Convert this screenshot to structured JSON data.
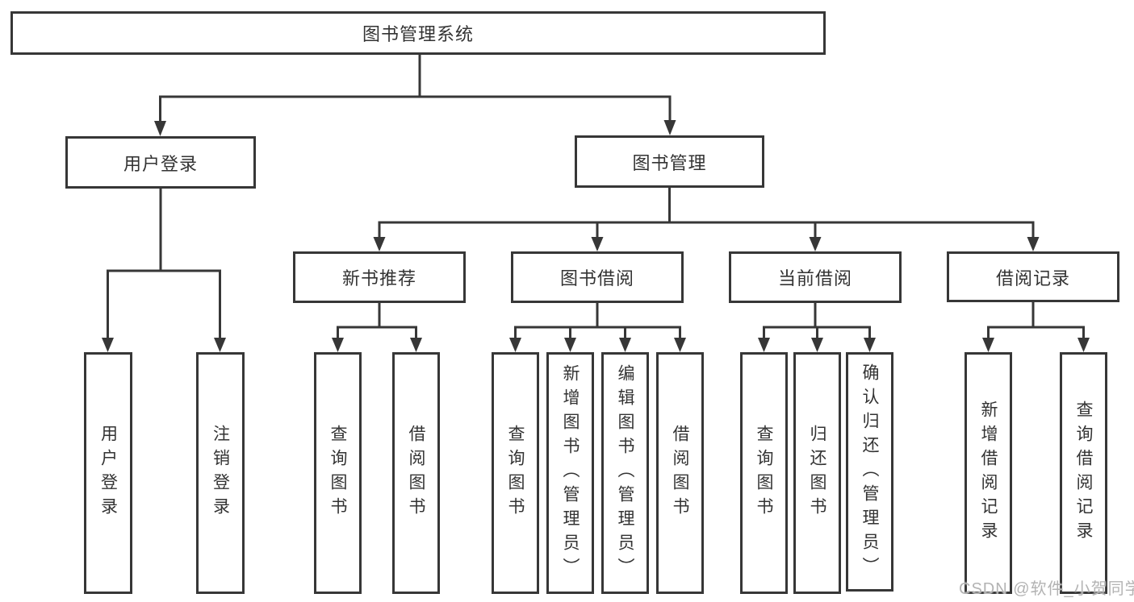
{
  "diagram": {
    "root": {
      "label": "图书管理系统"
    },
    "branches": [
      {
        "label": "用户登录",
        "children": [
          {
            "label": "用户登录"
          },
          {
            "label": "注销登录"
          }
        ]
      },
      {
        "label": "图书管理",
        "children": [
          {
            "label": "新书推荐",
            "children": [
              {
                "label": "查询图书"
              },
              {
                "label": "借阅图书"
              }
            ]
          },
          {
            "label": "图书借阅",
            "children": [
              {
                "label": "查询图书"
              },
              {
                "label": "新增图书（管理员）"
              },
              {
                "label": "编辑图书（管理员）"
              },
              {
                "label": "借阅图书"
              }
            ]
          },
          {
            "label": "当前借阅",
            "children": [
              {
                "label": "查询图书"
              },
              {
                "label": "归还图书"
              },
              {
                "label": "确认归还（管理员）"
              }
            ]
          },
          {
            "label": "借阅记录",
            "children": [
              {
                "label": "新增借阅记录"
              },
              {
                "label": "查询借阅记录"
              }
            ]
          }
        ]
      }
    ]
  },
  "watermark": "CSDN @软件_小贺同学",
  "colors": {
    "line": "#373737",
    "text": "#333333",
    "background": "#ffffff",
    "watermark": "#b3b3b3"
  }
}
